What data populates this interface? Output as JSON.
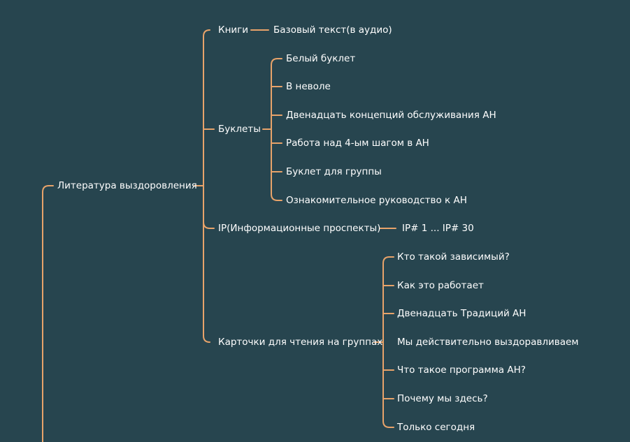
{
  "mindmap": {
    "colors": {
      "background": "#27454f",
      "line": "#e8a36a",
      "text": "#ffffff"
    },
    "root": "Литература выздоровления",
    "branches": {
      "books": {
        "label": "Книги",
        "items": [
          "Базовый текст(в аудио)"
        ]
      },
      "booklets": {
        "label": "Буклеты",
        "items": [
          "Белый буклет",
          "В неволе",
          "Двенадцать концепций обслуживания АН",
          "Работа над 4-ым шагом в АН",
          "Буклет для группы",
          "Ознакомительное руководство к АН"
        ]
      },
      "ip": {
        "label": "IP(Информационные проспекты)",
        "items": [
          "IP# 1 ... IP# 30"
        ]
      },
      "cards": {
        "label": "Карточки для чтения на группах",
        "items": [
          "Кто такой зависимый?",
          "Как это работает",
          "Двенадцать Традиций АН",
          "Мы действительно выздоравливаем",
          "Что такое программа АН?",
          "Почему мы здесь?",
          "Только сегодня"
        ]
      }
    }
  }
}
